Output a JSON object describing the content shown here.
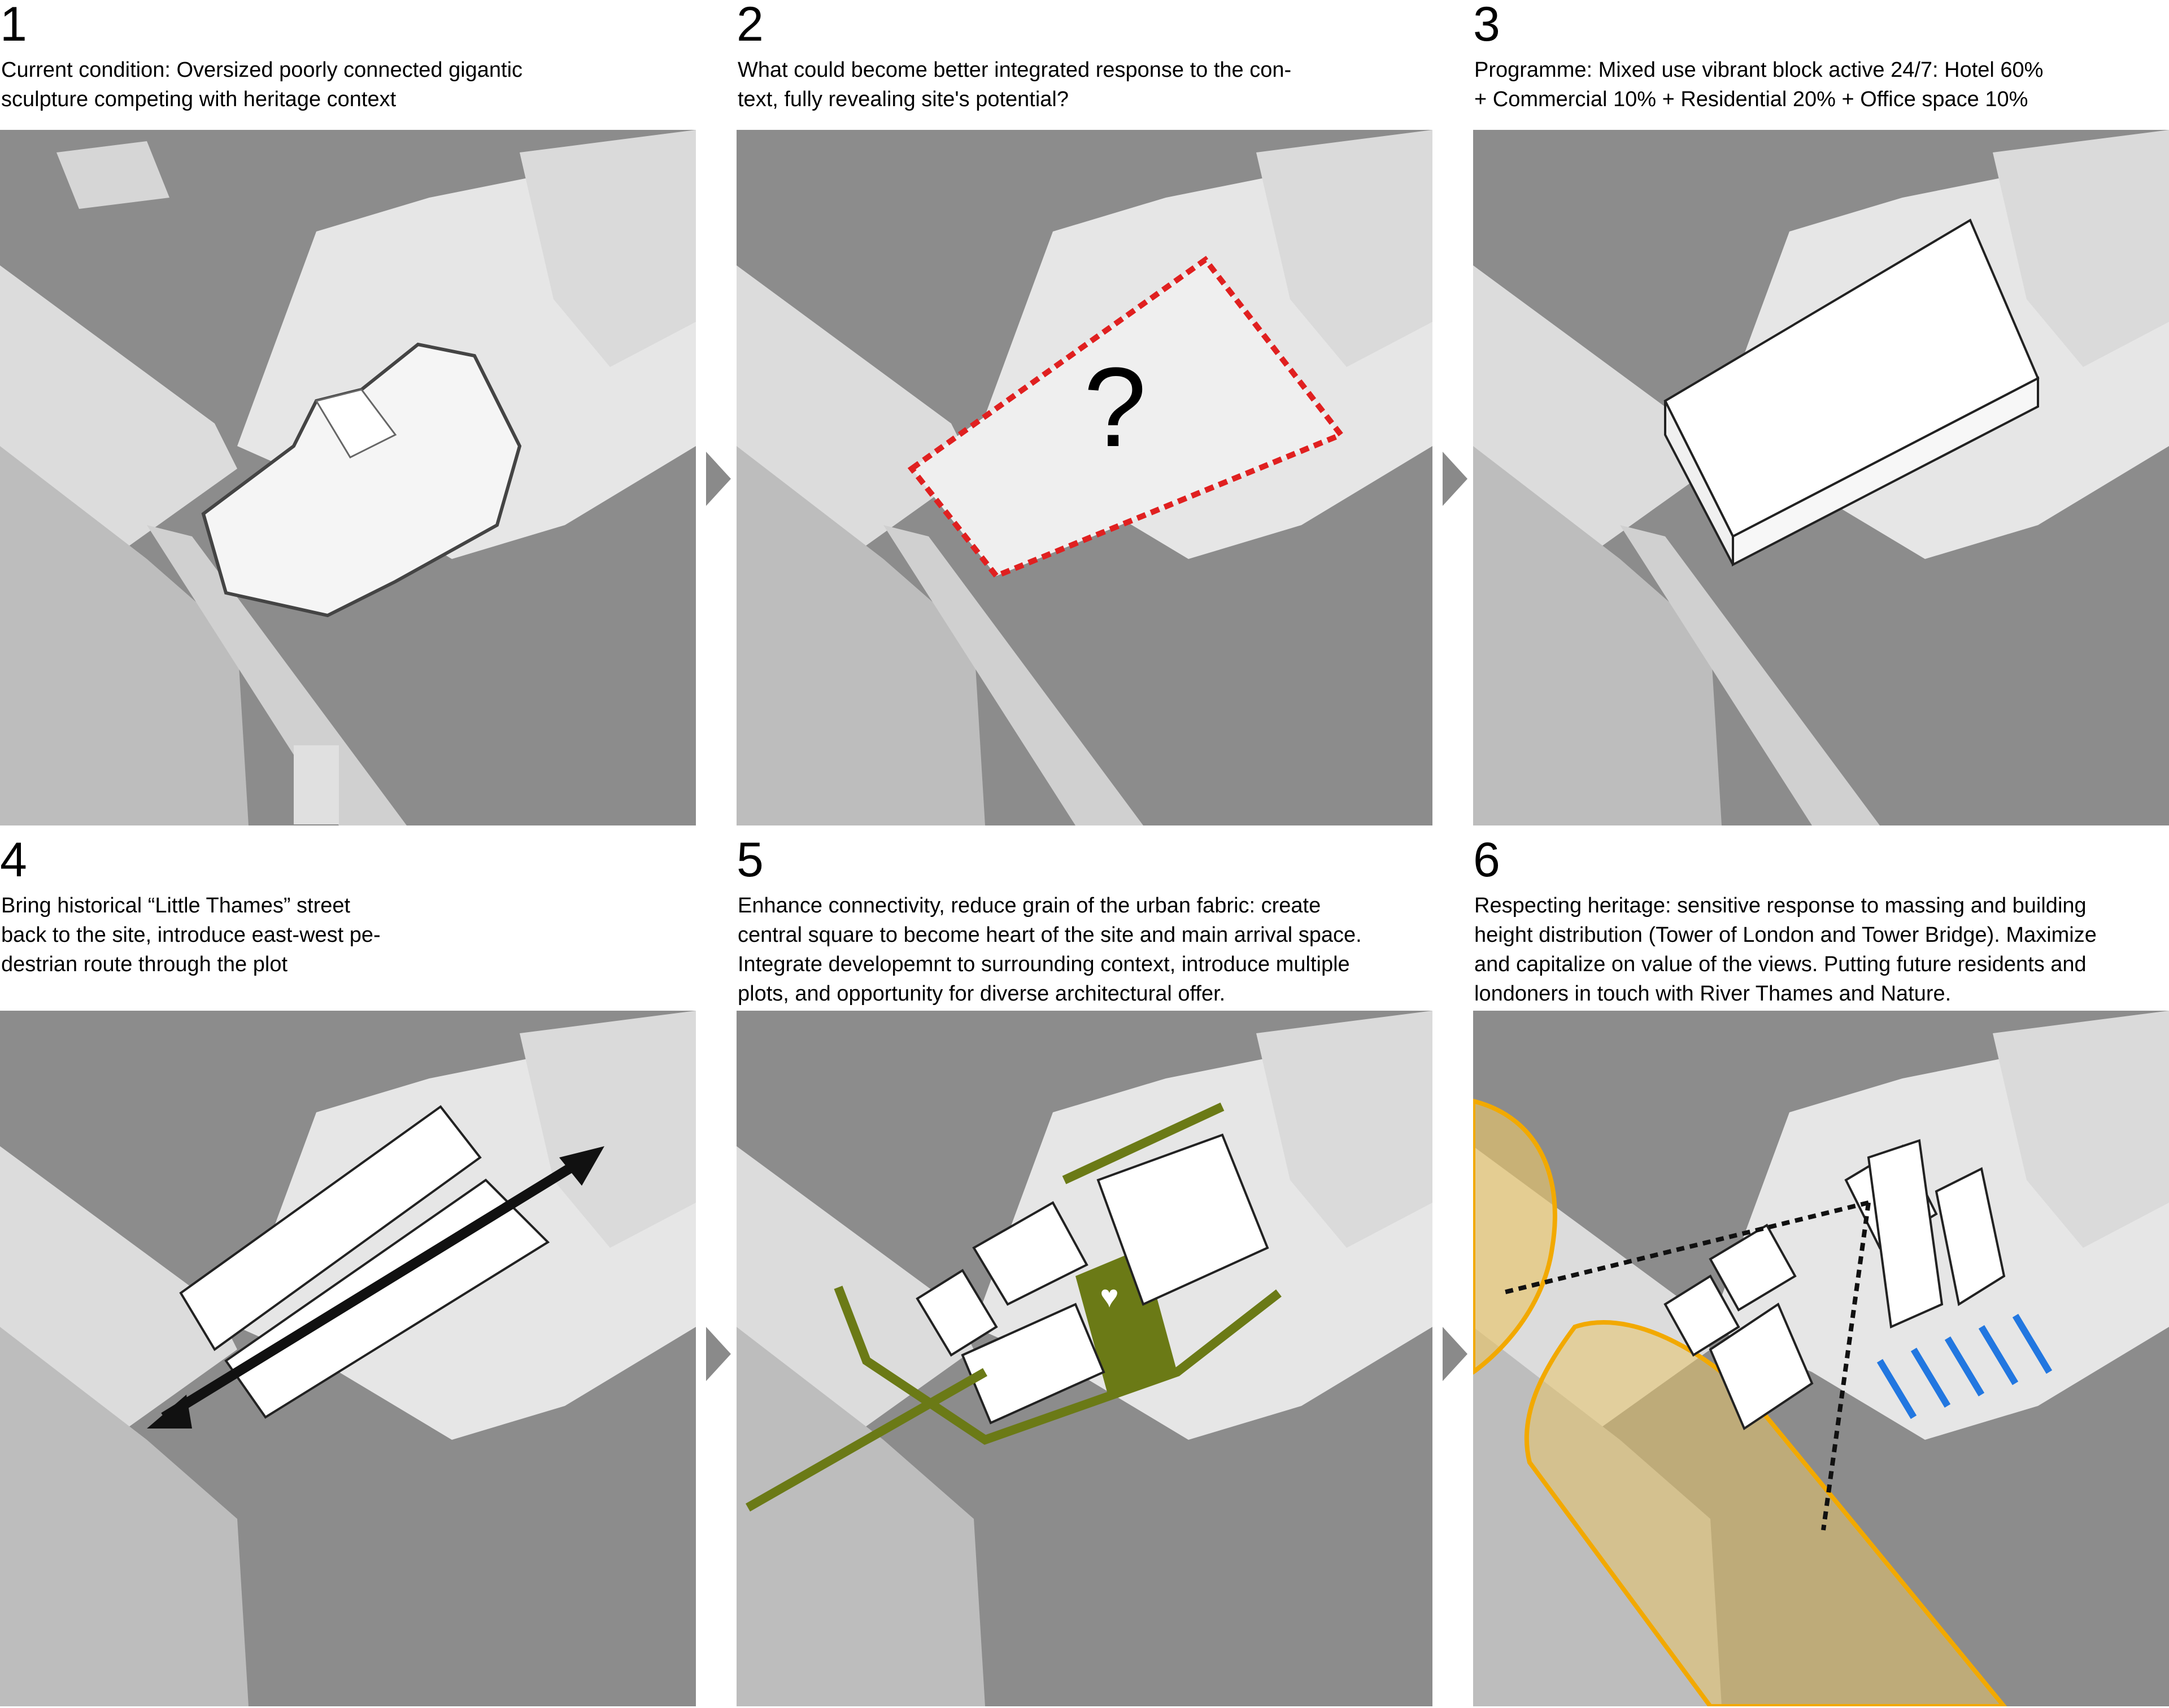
{
  "panels": [
    {
      "number": "1",
      "caption": "Current condition: Oversized poorly connected gigantic\nsculpture competing with heritage context"
    },
    {
      "number": "2",
      "caption": "What could become better integrated response to the con-\ntext, fully revealing site's potential?",
      "overlay_text": "?"
    },
    {
      "number": "3",
      "caption": "Programme: Mixed use vibrant block active 24/7: Hotel 60%\n+ Commercial 10% +  Residential 20% + Office space 10%"
    },
    {
      "number": "4",
      "caption": "Bring historical “Little Thames” street\nback to the site, introduce east-west pe-\ndestrian route through the plot"
    },
    {
      "number": "5",
      "caption": "Enhance connectivity, reduce grain of the urban fabric: create\ncentral square to become heart of the site and main arrival space.\nIntegrate developemnt to surrounding context, introduce multiple\nplots, and opportunity for diverse architectural offer.",
      "overlay_icon": "heart-icon"
    },
    {
      "number": "6",
      "caption": "Respecting heritage: sensitive response to massing and building\nheight distribution (Tower of London and Tower Bridge). Maximize\nand capitalize on value of the views. Putting future residents and\nlondoners in touch with River Thames and Nature."
    }
  ],
  "colors": {
    "water": "#8c8c8c",
    "land": "#e6e6e6",
    "building": "#ffffff",
    "red_dash": "#e02020",
    "green": "#6b7a16",
    "light_green": "#c8cf9a",
    "black_arrow": "#111111",
    "view_cone": "#f2a900",
    "view_fill": "#e8c46a",
    "blue_arrow": "#2277e0",
    "step_arrow": "#8a8a8a"
  },
  "step_arrow_icon": "triangle-right-icon"
}
